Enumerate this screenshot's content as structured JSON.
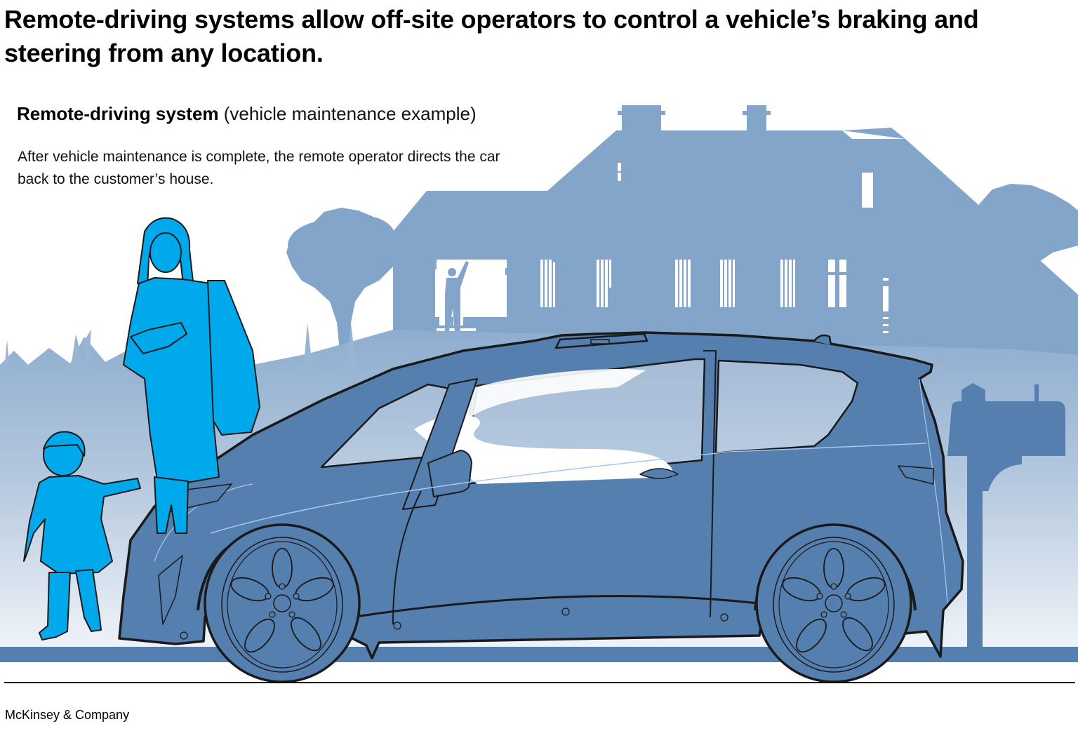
{
  "headline": {
    "text": "Remote-driving systems allow off-site operators to control a vehicle’s braking and steering from any location."
  },
  "exhibit": {
    "title_bold": "Remote-driving system",
    "title_light": "(vehicle maintenance example)",
    "description": "After vehicle maintenance is complete, the remote operator directs the car back to the customer’s house."
  },
  "illustration": {
    "scene": "remote-driven car returning to customer's house",
    "elements": [
      "house",
      "waving-person",
      "trees",
      "woman",
      "child",
      "car",
      "mailbox",
      "sidewalk"
    ],
    "colors": {
      "house_silhouette": "#82a5c9",
      "ground_gradient_top": "#91afd0",
      "ground_gradient_bottom": "#f2f5fa",
      "car_body": "#547fae",
      "car_window": "#b2c6dd",
      "car_outline": "#1a1a1a",
      "car_highlight": "#a9c7ef",
      "people": "#00a9ec",
      "mailbox": "#547fae",
      "sidewalk": "#547fae"
    }
  },
  "footer": {
    "source": "McKinsey & Company"
  }
}
